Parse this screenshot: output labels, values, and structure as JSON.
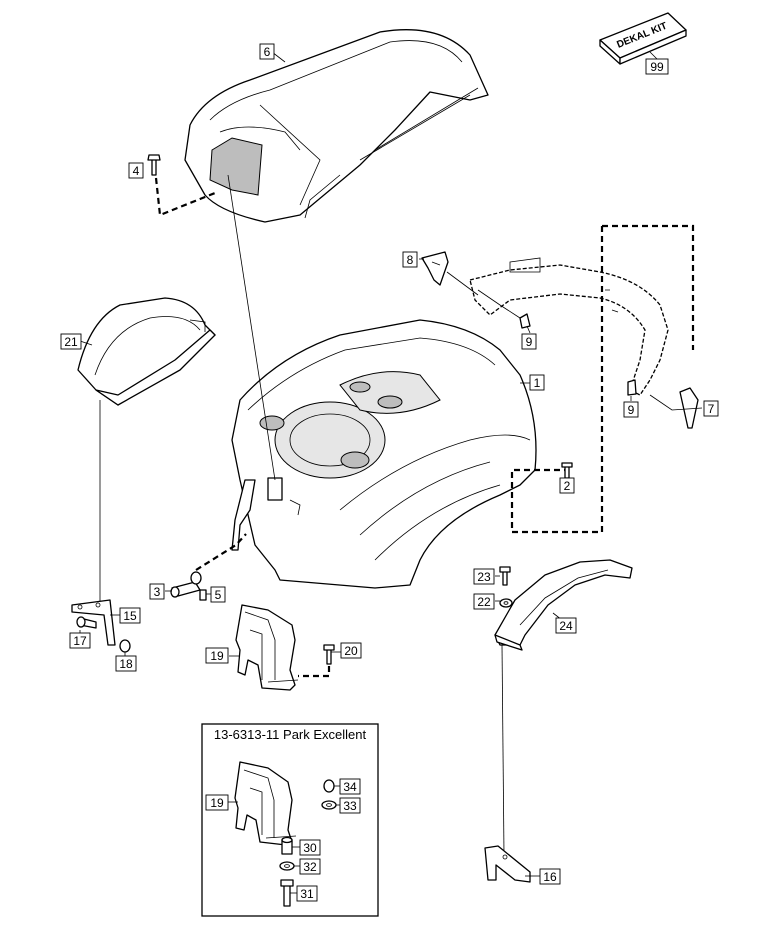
{
  "inset": {
    "title": "13-6313-11 Park Excellent"
  },
  "kit": {
    "text": "DEKAL KIT"
  },
  "callouts": [
    {
      "id": "c6",
      "label": "6"
    },
    {
      "id": "c4",
      "label": "4"
    },
    {
      "id": "c99",
      "label": "99"
    },
    {
      "id": "c8",
      "label": "8"
    },
    {
      "id": "c9a",
      "label": "9"
    },
    {
      "id": "c21",
      "label": "21"
    },
    {
      "id": "c1",
      "label": "1"
    },
    {
      "id": "c9b",
      "label": "9"
    },
    {
      "id": "c7",
      "label": "7"
    },
    {
      "id": "c2",
      "label": "2"
    },
    {
      "id": "c3",
      "label": "3"
    },
    {
      "id": "c5",
      "label": "5"
    },
    {
      "id": "c23",
      "label": "23"
    },
    {
      "id": "c22",
      "label": "22"
    },
    {
      "id": "c24",
      "label": "24"
    },
    {
      "id": "c15",
      "label": "15"
    },
    {
      "id": "c17",
      "label": "17"
    },
    {
      "id": "c18",
      "label": "18"
    },
    {
      "id": "c19",
      "label": "19"
    },
    {
      "id": "c20",
      "label": "20"
    },
    {
      "id": "c19i",
      "label": "19"
    },
    {
      "id": "c34",
      "label": "34"
    },
    {
      "id": "c33",
      "label": "33"
    },
    {
      "id": "c30",
      "label": "30"
    },
    {
      "id": "c32",
      "label": "32"
    },
    {
      "id": "c31",
      "label": "31"
    },
    {
      "id": "c16",
      "label": "16"
    }
  ]
}
